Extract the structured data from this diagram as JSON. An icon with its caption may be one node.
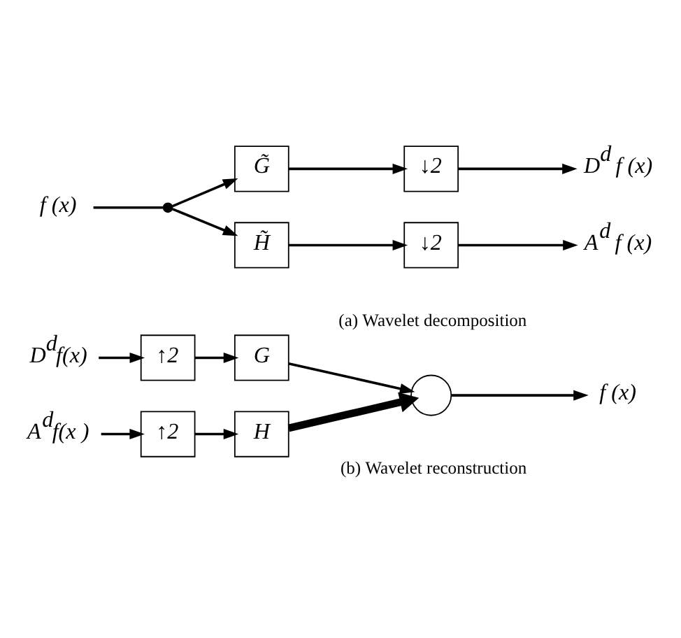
{
  "diagram": {
    "nodes": [
      {
        "text": [
          "f (x)"
        ]
      },
      {
        "text": [],
        "shape": "circle"
      },
      {
        "text": [
          "G̃"
        ]
      },
      {
        "text": [
          "↓2"
        ]
      },
      {
        "text": [
          "D$^{d}$ f (x)"
        ]
      },
      {
        "text": [
          "H̃"
        ]
      },
      {
        "text": [
          "↓2"
        ]
      },
      {
        "text": [
          "A$^{d}$ f (x)"
        ]
      },
      {
        "text": [
          "D$^{d}$f(x)"
        ]
      },
      {
        "text": [
          "↑2"
        ]
      },
      {
        "text": [
          "G"
        ]
      },
      {
        "text": [
          "A$^{d}$f(x )"
        ]
      },
      {
        "text": [
          "↑2"
        ]
      },
      {
        "text": [
          "H"
        ]
      },
      {
        "text": [],
        "shape": "circle"
      },
      {
        "text": [
          "f (x)"
        ]
      }
    ],
    "edges": [
      {
        "from": 0,
        "to": 1,
        "arrow": "none"
      },
      {
        "from": 1,
        "to": 2,
        "arrow": "to"
      },
      {
        "from": 2,
        "to": 3,
        "arrow": "to"
      },
      {
        "from": 3,
        "to": 4,
        "arrow": "to"
      },
      {
        "from": 1,
        "to": 5,
        "arrow": "to"
      },
      {
        "from": 5,
        "to": 6,
        "arrow": "to"
      },
      {
        "from": 6,
        "to": 7,
        "arrow": "to"
      },
      {
        "from": 8,
        "to": 9,
        "arrow": "to"
      },
      {
        "from": 9,
        "to": 10,
        "arrow": "to"
      },
      {
        "from": 10,
        "to": 14,
        "arrow": "to"
      },
      {
        "from": 14,
        "to": 15,
        "arrow": "to"
      },
      {
        "from": 11,
        "to": 12,
        "arrow": "to"
      },
      {
        "from": 12,
        "to": 13,
        "arrow": "to"
      },
      {
        "from": 13,
        "to": 14,
        "arrow": "to",
        "style": "thick"
      }
    ],
    "labels": [
      "(a) Wavelet decomposition",
      "(b) Wavelet reconstruction"
    ]
  }
}
